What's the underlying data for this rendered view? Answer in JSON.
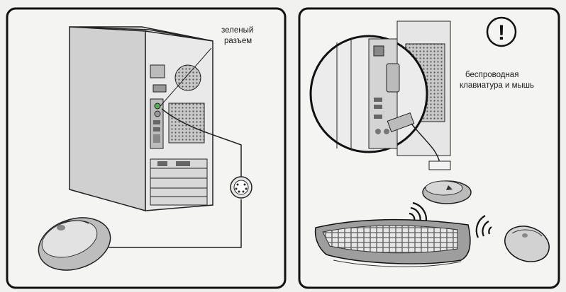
{
  "left_panel": {
    "connector_label_line1": "зеленый",
    "connector_label_line2": "разъем"
  },
  "right_panel": {
    "wireless_label_line1": "беспроводная",
    "wireless_label_line2": "клавиатура и мышь",
    "warning_symbol": "!"
  },
  "colors": {
    "background": "#f1f1ef",
    "panel_border": "#111111",
    "device_gray": "#cfcfcf",
    "dark_gray": "#777777"
  },
  "icons": [
    "pc-tower",
    "ps2-connector",
    "mouse",
    "keyboard",
    "usb-receiver",
    "warning-icon",
    "wireless-waves-icon"
  ]
}
